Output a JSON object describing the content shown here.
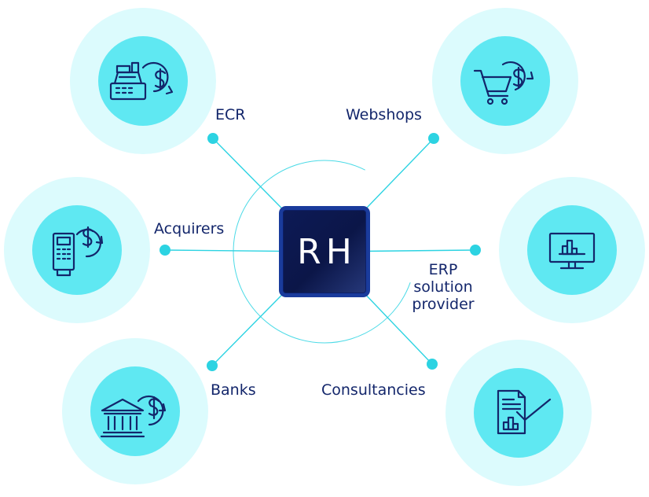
{
  "hub": {
    "text": "RH"
  },
  "nodes": {
    "ecr": {
      "label": "ECR",
      "icon": "cash-register-dollar-icon"
    },
    "webshops": {
      "label": "Webshops",
      "icon": "shopping-cart-dollar-icon"
    },
    "acquirers": {
      "label": "Acquirers",
      "icon": "payment-terminal-dollar-icon"
    },
    "erp": {
      "label_lines": [
        "ERP",
        "solution",
        "provider"
      ],
      "icon": "monitor-chart-icon"
    },
    "banks": {
      "label": "Banks",
      "icon": "bank-dollar-icon"
    },
    "consultancies": {
      "label": "Consultancies",
      "icon": "document-chart-check-icon"
    }
  },
  "colors": {
    "outer_circle": "#dcfbfd",
    "inner_circle": "#5fe8f2",
    "connector": "#2cd3e2",
    "icon_stroke": "#13266b",
    "label": "#13266b",
    "hub_fill": "#0b1648",
    "hub_border": "#1a3b9c"
  }
}
